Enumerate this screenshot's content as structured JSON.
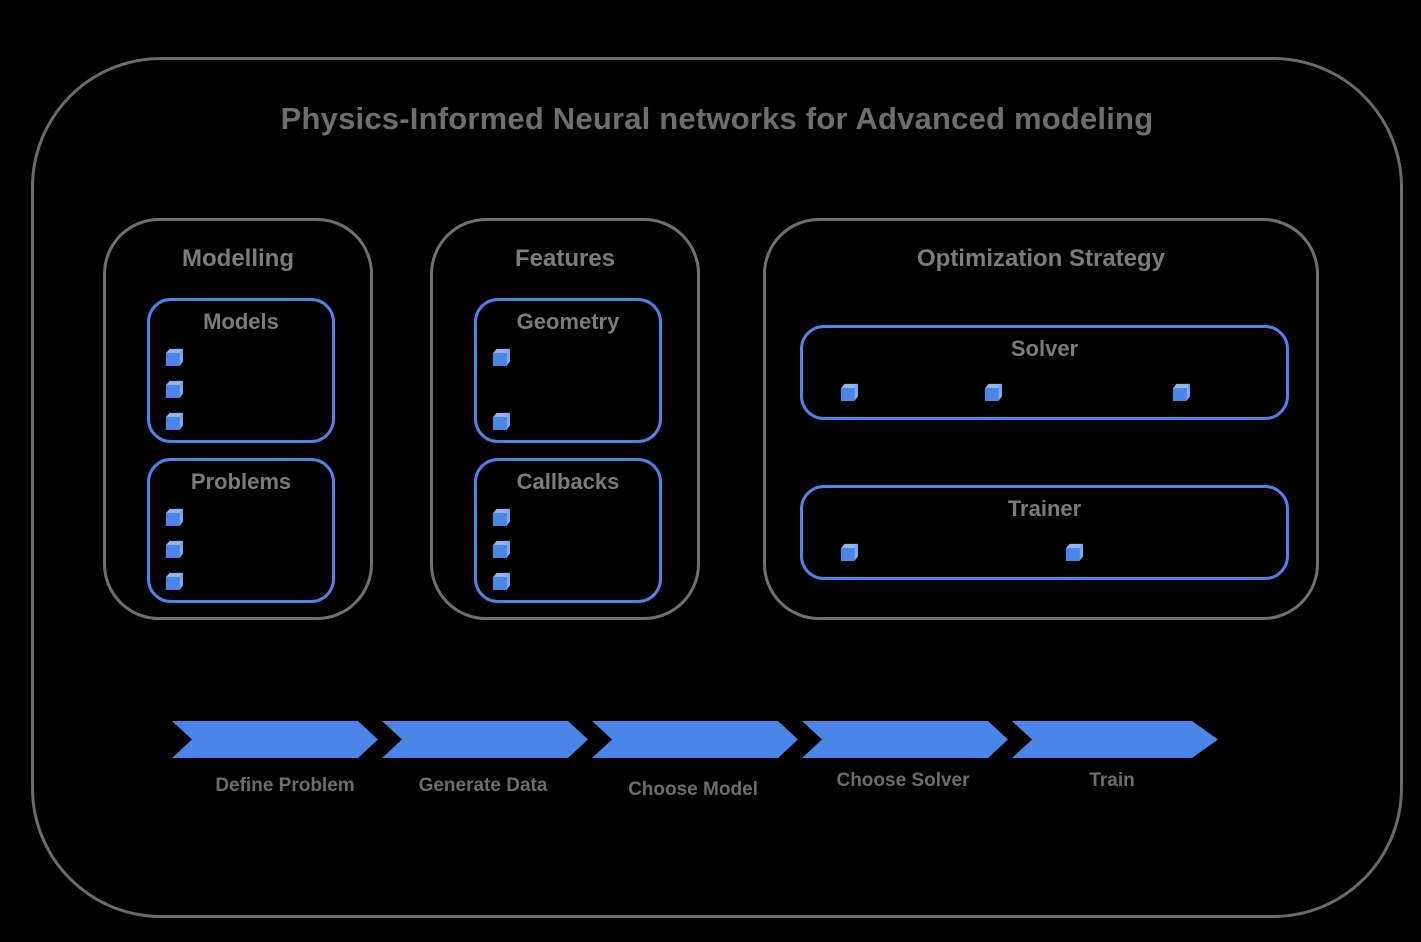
{
  "title": "Physics-Informed Neural networks for Advanced modeling",
  "groups": {
    "modelling": {
      "title": "Modelling",
      "boxes": [
        {
          "label": "Models",
          "bullets": 3
        },
        {
          "label": "Problems",
          "bullets": 3
        }
      ]
    },
    "features": {
      "title": "Features",
      "boxes": [
        {
          "label": "Geometry",
          "bullets": 2
        },
        {
          "label": "Callbacks",
          "bullets": 3
        }
      ]
    },
    "optimization": {
      "title": "Optimization Strategy",
      "boxes": [
        {
          "label": "Solver",
          "bullets": 3
        },
        {
          "label": "Trainer",
          "bullets": 2
        }
      ]
    }
  },
  "flow": {
    "steps": [
      {
        "label": "Define Problem"
      },
      {
        "label": "Generate Data"
      },
      {
        "label": "Choose Model"
      },
      {
        "label": "Choose Solver"
      },
      {
        "label": "Train"
      }
    ]
  },
  "colors": {
    "background": "#000000",
    "accent": "#4a86e8",
    "cube-top": "#90b4f4",
    "cube-side": "#7da7f2",
    "frame-gray": "#6b6b6b",
    "title-gray": "#6e6e6e",
    "label-gray": "#7c7c7c"
  }
}
